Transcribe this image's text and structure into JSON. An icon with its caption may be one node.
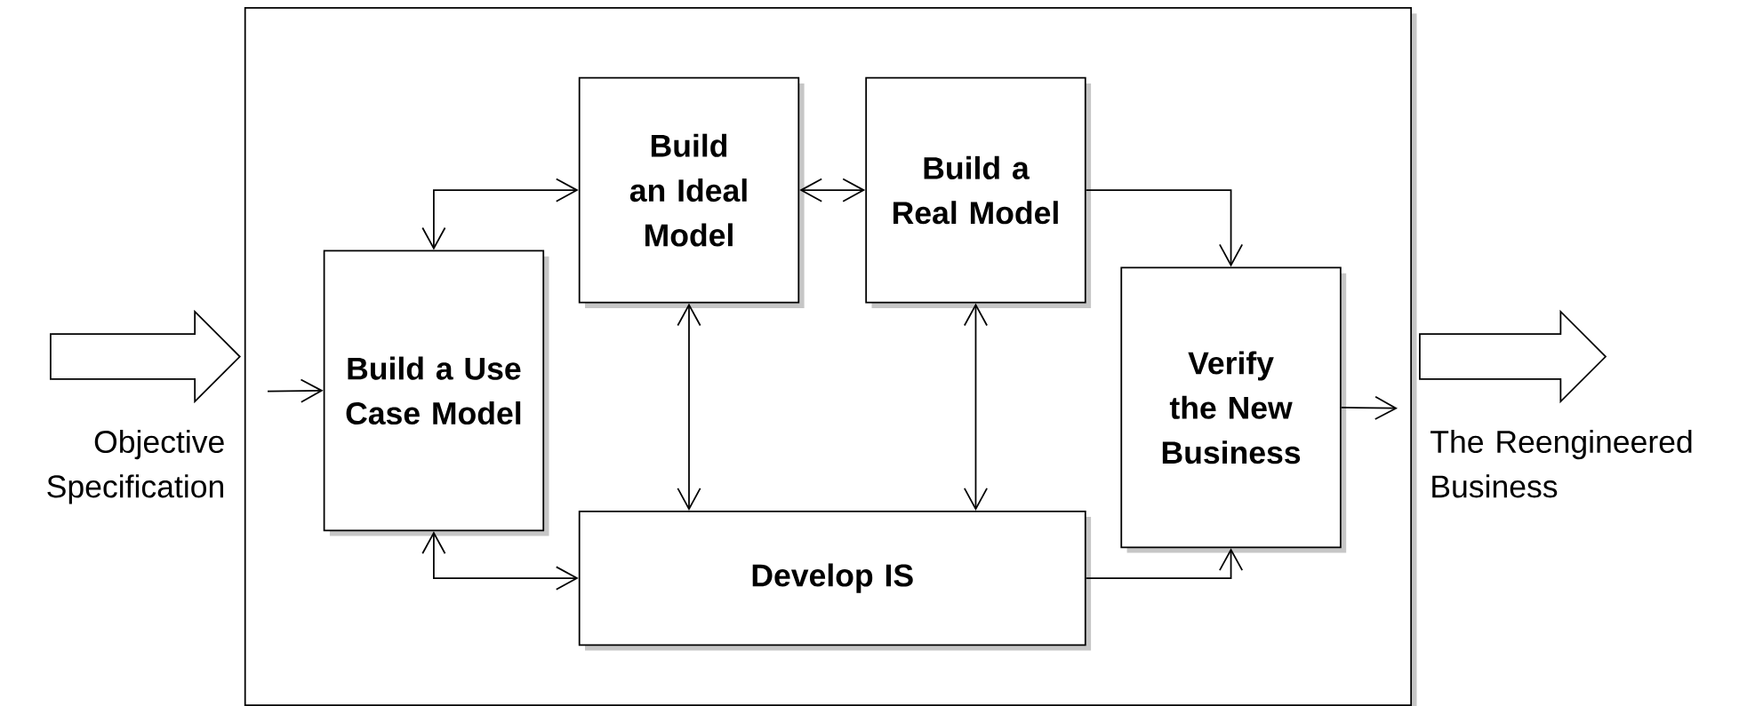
{
  "diagram": {
    "nodes": [
      {
        "text": [],
        "shape": "box"
      },
      {
        "text": [
          "Build a Use Case Model"
        ],
        "in": 0
      },
      {
        "text": [
          "Build an Ideal Model"
        ],
        "in": 0
      },
      {
        "text": [
          "Build a Real Model"
        ],
        "in": 0
      },
      {
        "text": [
          "Verify the New Business"
        ],
        "in": 0
      },
      {
        "text": [
          "Develop IS"
        ],
        "in": 0
      }
    ],
    "edges": [
      {
        "from": null,
        "to": 0,
        "arrow": "to",
        "style": "thick",
        "label": "Objective Specification"
      },
      {
        "from": 1,
        "to": 2,
        "arrow": "both"
      },
      {
        "from": 2,
        "to": 3,
        "arrow": "both"
      },
      {
        "from": 3,
        "to": 4,
        "arrow": "to"
      },
      {
        "from": null,
        "to": 1,
        "arrow": "to"
      },
      {
        "from": 2,
        "to": 5,
        "arrow": "both"
      },
      {
        "from": 3,
        "to": 5,
        "arrow": "both"
      },
      {
        "from": 1,
        "to": 5,
        "arrow": "both"
      },
      {
        "from": 5,
        "to": 4,
        "arrow": "to"
      },
      {
        "from": 4,
        "to": null,
        "arrow": "to"
      },
      {
        "from": 0,
        "to": null,
        "arrow": "to",
        "style": "thick",
        "label": "The Reengineered Business"
      }
    ]
  }
}
